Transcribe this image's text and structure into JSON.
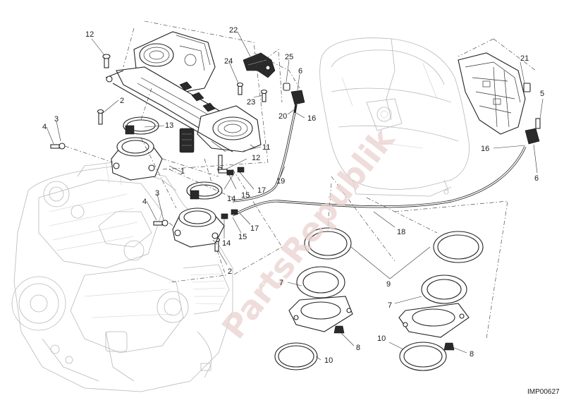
{
  "watermark": "PartsRepublik",
  "drawing_code": "IMP00627",
  "callouts": {
    "c1": "1",
    "c2a": "2",
    "c2b": "2",
    "c3a": "3",
    "c3b": "3",
    "c4a": "4",
    "c4b": "4",
    "c5": "5",
    "c6a": "6",
    "c6b": "6",
    "c7a": "7",
    "c7b": "7",
    "c8a": "8",
    "c8b": "8",
    "c9": "9",
    "c10a": "10",
    "c10b": "10",
    "c11": "11",
    "c12a": "12",
    "c12b": "12",
    "c13": "13",
    "c14a": "14",
    "c14b": "14",
    "c15a": "15",
    "c15b": "15",
    "c16a": "16",
    "c16b": "16",
    "c17a": "17",
    "c17b": "17",
    "c18": "18",
    "c19": "19",
    "c20": "20",
    "c21": "21",
    "c22": "22",
    "c23": "23",
    "c24": "24",
    "c25": "25"
  }
}
